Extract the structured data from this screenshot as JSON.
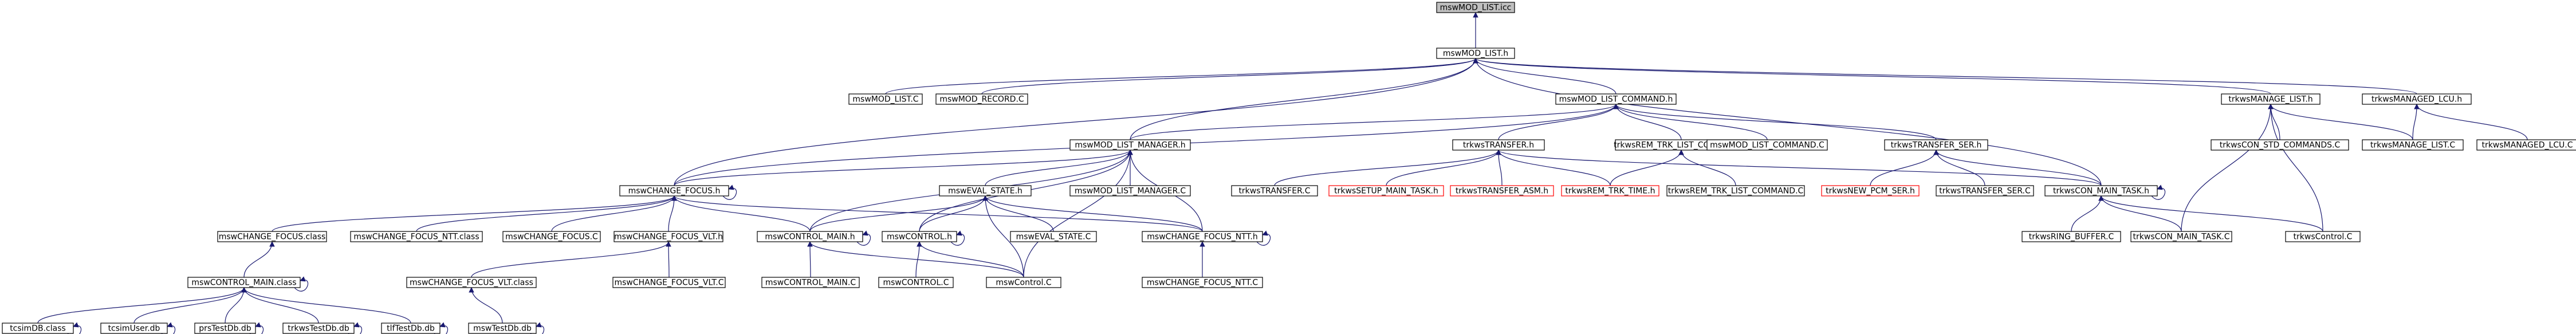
{
  "graph": {
    "title": "mswMOD_LIST.icc",
    "colors": {
      "edge": "#191970",
      "node_border": "#000000",
      "missing_node_border": "#ff0000",
      "root_fill": "#bfbfbf",
      "background": "#ffffff"
    },
    "nodes": {
      "root": "mswMOD_LIST.icc",
      "mod_list_h": "mswMOD_LIST.h",
      "mod_list_c": "mswMOD_LIST.C",
      "mod_record_c": "mswMOD_RECORD.C",
      "mod_list_command_h": "mswMOD_LIST_COMMAND.h",
      "manage_list_h": "trkwsMANAGE_LIST.h",
      "managed_lcu_h": "trkwsMANAGED_LCU.h",
      "mod_list_manager_h": "mswMOD_LIST_MANAGER.h",
      "transfer_h": "trkwsTRANSFER.h",
      "mod_list_command_c": "mswMOD_LIST_COMMAND.C",
      "transfer_ser_h": "trkwsTRANSFER_SER.h",
      "con_std_commands_c": "trkwsCON_STD_COMMANDS.C",
      "manage_list_c": "trkwsMANAGE_LIST.C",
      "managed_lcu_c": "trkwsMANAGED_LCU.C",
      "rem_trk_list_command_h": "trkwsREM_TRK_LIST_COMMAND.h",
      "change_focus_h": "mswCHANGE_FOCUS.h",
      "eval_state_h": "mswEVAL_STATE.h",
      "mod_list_manager_c": "mswMOD_LIST_MANAGER.C",
      "transfer_c": "trkwsTRANSFER.C",
      "setup_main_task_h": "trkwsSETUP_MAIN_TASK.h",
      "transfer_asm_h": "trkwsTRANSFER_ASM.h",
      "rem_trk_time_h": "trkwsREM_TRK_TIME.h",
      "rem_trk_list_command_c": "trkwsREM_TRK_LIST_COMMAND.C",
      "new_pcm_ser_h": "trkwsNEW_PCM_SER.h",
      "transfer_ser_c": "trkwsTRANSFER_SER.C",
      "con_main_task_h": "trkwsCON_MAIN_TASK.h",
      "change_focus_class": "mswCHANGE_FOCUS.class",
      "change_focus_ntt_class": "mswCHANGE_FOCUS_NTT.class",
      "change_focus_c": "mswCHANGE_FOCUS.C",
      "change_focus_vlt_h": "mswCHANGE_FOCUS_VLT.h",
      "control_main_h": "mswCONTROL_MAIN.h",
      "control_h": "mswCONTROL.h",
      "eval_state_c": "mswEVAL_STATE.C",
      "change_focus_ntt_h": "mswCHANGE_FOCUS_NTT.h",
      "ring_buffer_c": "trkwsRING_BUFFER.C",
      "con_main_task_c": "trkwsCON_MAIN_TASK.C",
      "trkws_control_c": "trkwsControl.C",
      "control_main_class": "mswCONTROL_MAIN.class",
      "change_focus_vlt_class": "mswCHANGE_FOCUS_VLT.class",
      "change_focus_vlt_c": "mswCHANGE_FOCUS_VLT.C",
      "control_main_c": "mswCONTROL_MAIN.C",
      "control_c": "mswCONTROL.C",
      "msw_control_c": "mswControl.C",
      "change_focus_ntt_c": "mswCHANGE_FOCUS_NTT.C",
      "tcsim_db_class": "tcsimDB.class",
      "tcsim_user_db": "tcsimUser.db",
      "prs_test_db": "prsTestDb.db",
      "trkws_test_db": "trkwsTestDb.db",
      "tlf_test_db": "tlfTestDb.db",
      "msw_test_db": "mswTestDb.db"
    }
  }
}
